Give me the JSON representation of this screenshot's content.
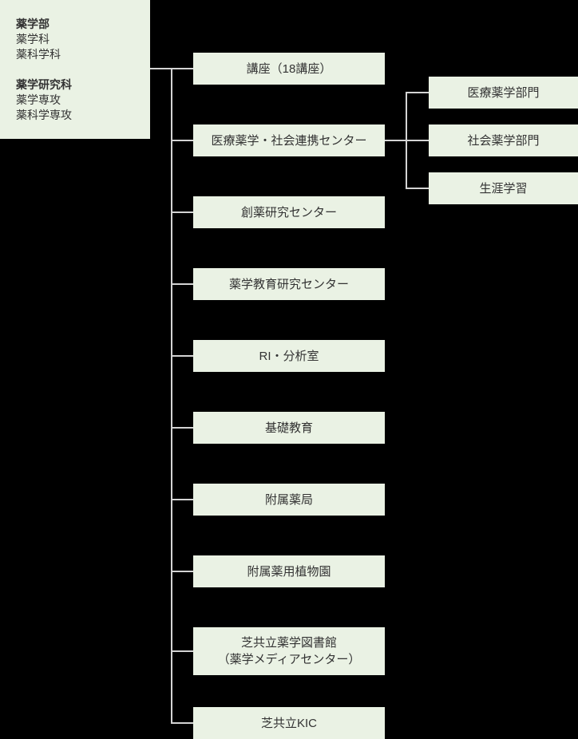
{
  "palette": {
    "background": "#000000",
    "box_fill": "#eaf2e4",
    "connector_line": "#d4d4d4",
    "text": "#333333"
  },
  "faculty_panel": {
    "groups": [
      {
        "title": "薬学部",
        "items": [
          "薬学科",
          "薬科学科"
        ]
      },
      {
        "title": "薬学研究科",
        "items": [
          "薬学専攻",
          "薬科学専攻"
        ]
      }
    ]
  },
  "main_nodes": [
    {
      "label": "講座（18講座）"
    },
    {
      "label": "医療薬学・社会連携センター"
    },
    {
      "label": "創薬研究センター"
    },
    {
      "label": "薬学教育研究センター"
    },
    {
      "label": "RI・分析室"
    },
    {
      "label": "基礎教育"
    },
    {
      "label": "附属薬局"
    },
    {
      "label": "附属薬用植物園"
    },
    {
      "label": "芝共立薬学図書館\n（薬学メディアセンター）"
    },
    {
      "label": "芝共立KIC"
    }
  ],
  "sub_nodes": [
    {
      "label": "医療薬学部門"
    },
    {
      "label": "社会薬学部門"
    },
    {
      "label": "生涯学習"
    }
  ]
}
